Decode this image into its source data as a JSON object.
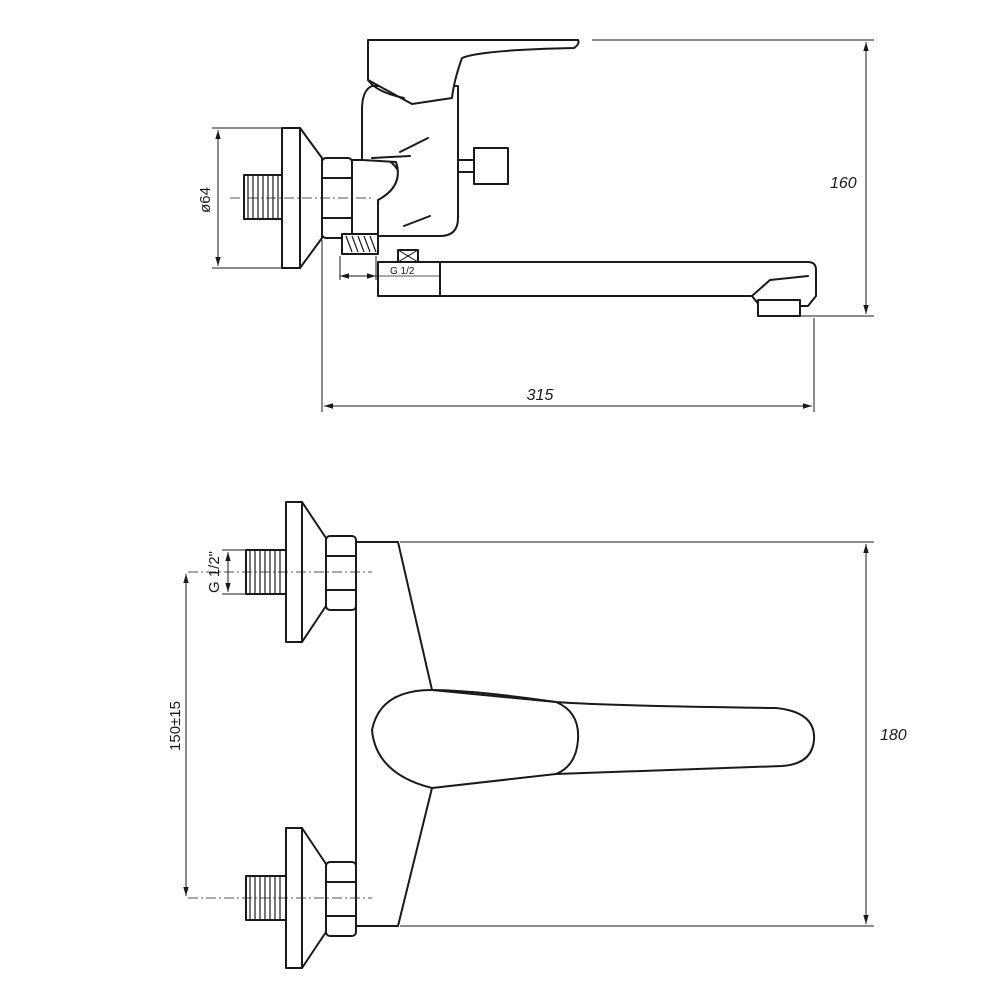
{
  "top_view": {
    "diameter_label": "ø64",
    "height_label": "160",
    "length_label": "315",
    "thread_label": "G 1/2"
  },
  "bottom_view": {
    "thread_label": "G 1/2\"",
    "spacing_label": "150±15",
    "height_label": "180"
  }
}
